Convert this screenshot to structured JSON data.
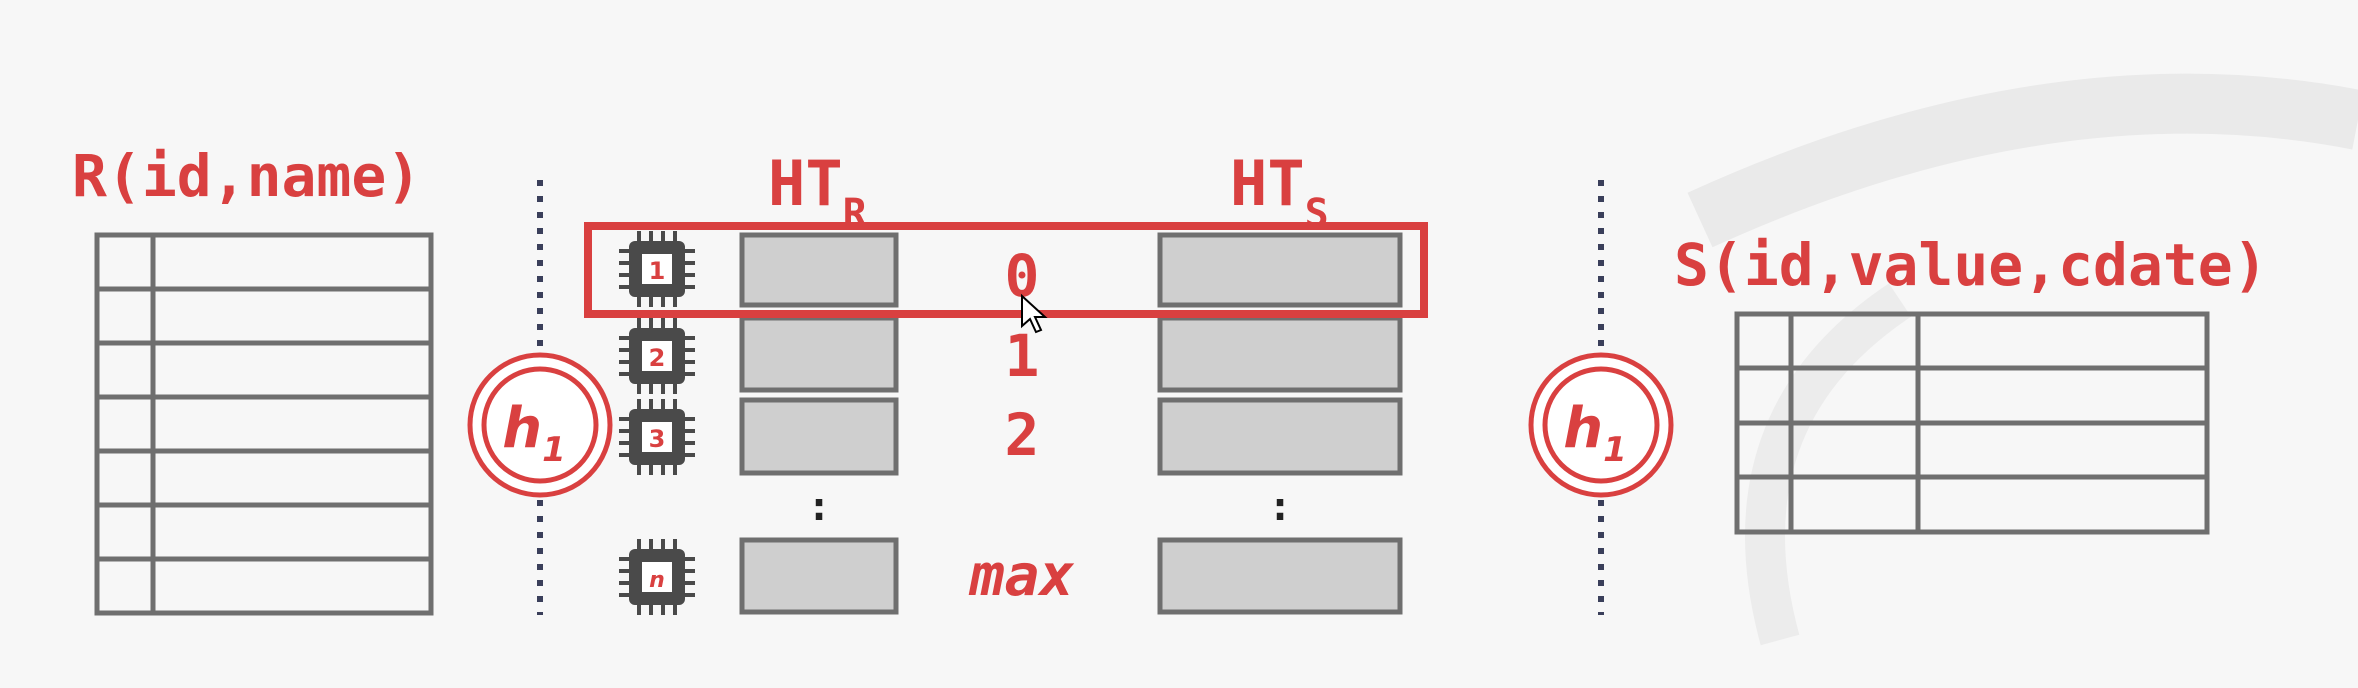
{
  "relations": {
    "r_label": "R(id,name)",
    "s_label": "S(id,value,cdate)"
  },
  "hash_tables": {
    "ht_r": {
      "main": "HT",
      "sub": "R"
    },
    "ht_s": {
      "main": "HT",
      "sub": "S"
    }
  },
  "hash_function": {
    "main": "h",
    "sub": "1"
  },
  "partitions": [
    {
      "index": "0",
      "cpu": "1"
    },
    {
      "index": "1",
      "cpu": "2"
    },
    {
      "index": "2",
      "cpu": "3"
    },
    {
      "index": "max",
      "cpu": "n"
    }
  ],
  "ellipsis": ":",
  "colors": {
    "accent": "#d94040",
    "grid": "#6f6f6f",
    "box_fill": "#cfcfcf",
    "divider": "#3a3f5a",
    "cpu": "#4a4a4a"
  }
}
